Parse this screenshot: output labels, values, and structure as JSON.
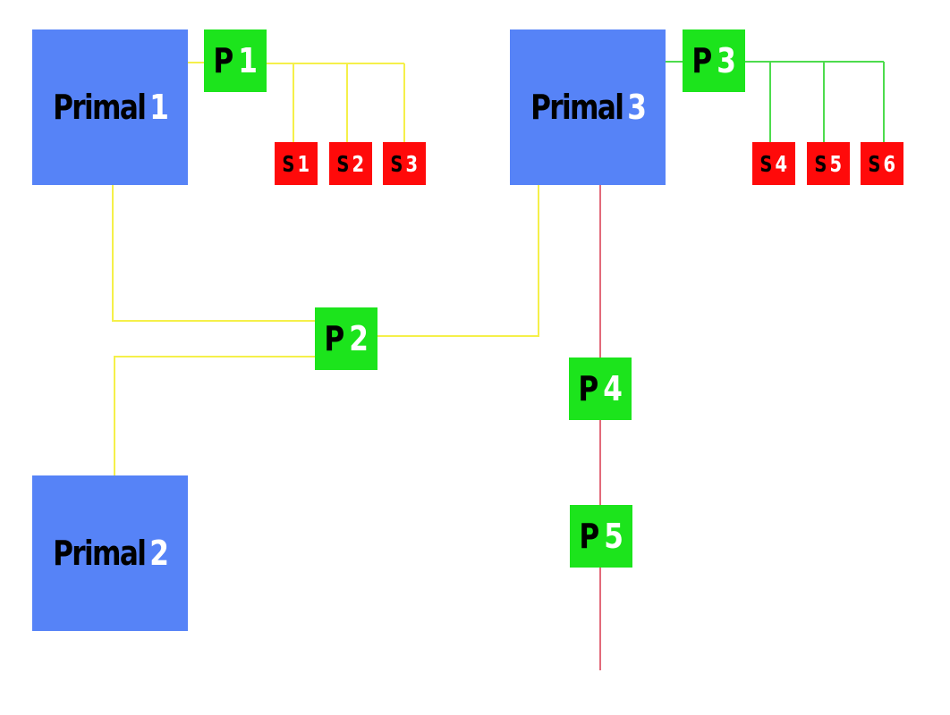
{
  "colors": {
    "primal": "#5683f7",
    "p_node": "#1ce41c",
    "s_node": "#ff0a0a",
    "wire_yellow": "#f5f04a",
    "wire_green": "#4ddc4d",
    "wire_red": "#e26a7a",
    "label_prefix": "#000000",
    "label_number": "#ffffff"
  },
  "primals": [
    {
      "id": "primal1",
      "prefix": "Primal",
      "number": "1"
    },
    {
      "id": "primal2",
      "prefix": "Primal",
      "number": "2"
    },
    {
      "id": "primal3",
      "prefix": "Primal",
      "number": "3"
    }
  ],
  "p_nodes": [
    {
      "id": "p1",
      "prefix": "P",
      "number": "1"
    },
    {
      "id": "p2",
      "prefix": "P",
      "number": "2"
    },
    {
      "id": "p3",
      "prefix": "P",
      "number": "3"
    },
    {
      "id": "p4",
      "prefix": "P",
      "number": "4"
    },
    {
      "id": "p5",
      "prefix": "P",
      "number": "5"
    }
  ],
  "s_nodes": [
    {
      "id": "s1",
      "prefix": "S",
      "number": "1"
    },
    {
      "id": "s2",
      "prefix": "S",
      "number": "2"
    },
    {
      "id": "s3",
      "prefix": "S",
      "number": "3"
    },
    {
      "id": "s4",
      "prefix": "S",
      "number": "4"
    },
    {
      "id": "s5",
      "prefix": "S",
      "number": "5"
    },
    {
      "id": "s6",
      "prefix": "S",
      "number": "6"
    }
  ],
  "connections": [
    {
      "from": "primal1",
      "to": "p1",
      "color": "yellow"
    },
    {
      "from": "p1",
      "to": "s1",
      "color": "yellow"
    },
    {
      "from": "p1",
      "to": "s2",
      "color": "yellow"
    },
    {
      "from": "p1",
      "to": "s3",
      "color": "yellow"
    },
    {
      "from": "primal1",
      "to": "p2",
      "color": "yellow"
    },
    {
      "from": "primal2",
      "to": "p2",
      "color": "yellow"
    },
    {
      "from": "primal3",
      "to": "p2",
      "color": "yellow"
    },
    {
      "from": "primal3",
      "to": "p3",
      "color": "green"
    },
    {
      "from": "p3",
      "to": "s4",
      "color": "green"
    },
    {
      "from": "p3",
      "to": "s5",
      "color": "green"
    },
    {
      "from": "p3",
      "to": "s6",
      "color": "green"
    },
    {
      "from": "primal3",
      "to": "p4",
      "color": "red"
    },
    {
      "from": "p4",
      "to": "p5",
      "color": "red"
    }
  ]
}
